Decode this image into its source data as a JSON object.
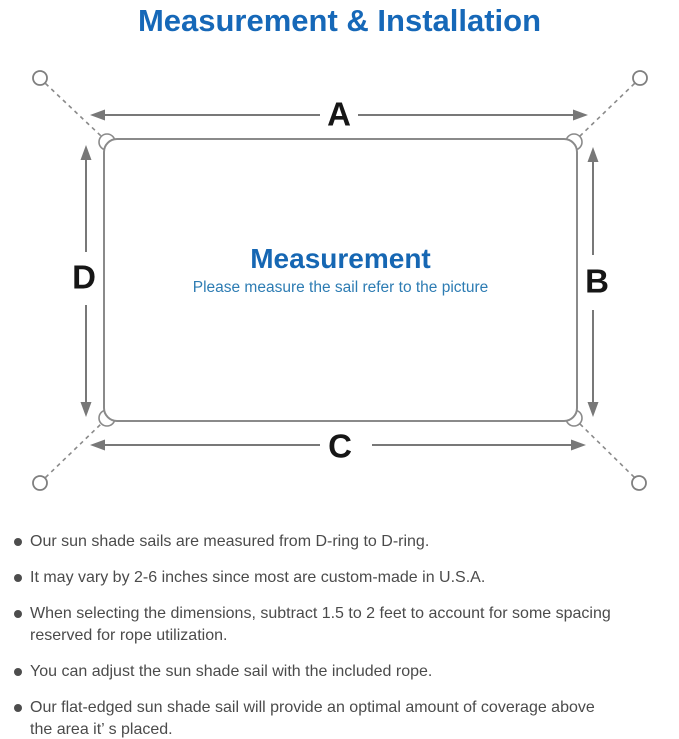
{
  "page": {
    "title": "Measurement & Installation"
  },
  "diagram": {
    "dimension_labels": {
      "top": "A",
      "right": "B",
      "bottom": "C",
      "left": "D"
    },
    "center_title": "Measurement",
    "center_subtitle": "Please measure the sail refer to the picture"
  },
  "notes": {
    "items": [
      "Our sun shade sails are measured from D-ring to D-ring.",
      "It may vary by 2-6 inches since most are custom-made in U.S.A.",
      "When selecting the dimensions, subtract 1.5 to 2 feet to account for some spacing\nreserved for rope utilization.",
      "You can adjust the sun shade sail with the included rope.",
      "Our flat-edged sun shade sail will provide an optimal amount of coverage above\nthe area it’ s placed."
    ]
  },
  "colors": {
    "title_blue": "#1668b8",
    "center_title_blue": "#1667b3",
    "subtitle_blue": "#2d7cb3",
    "line_gray": "#8a8a8a",
    "arrow_gray": "#787878",
    "label_black": "#161616",
    "note_text_gray": "#4b4b4b"
  }
}
